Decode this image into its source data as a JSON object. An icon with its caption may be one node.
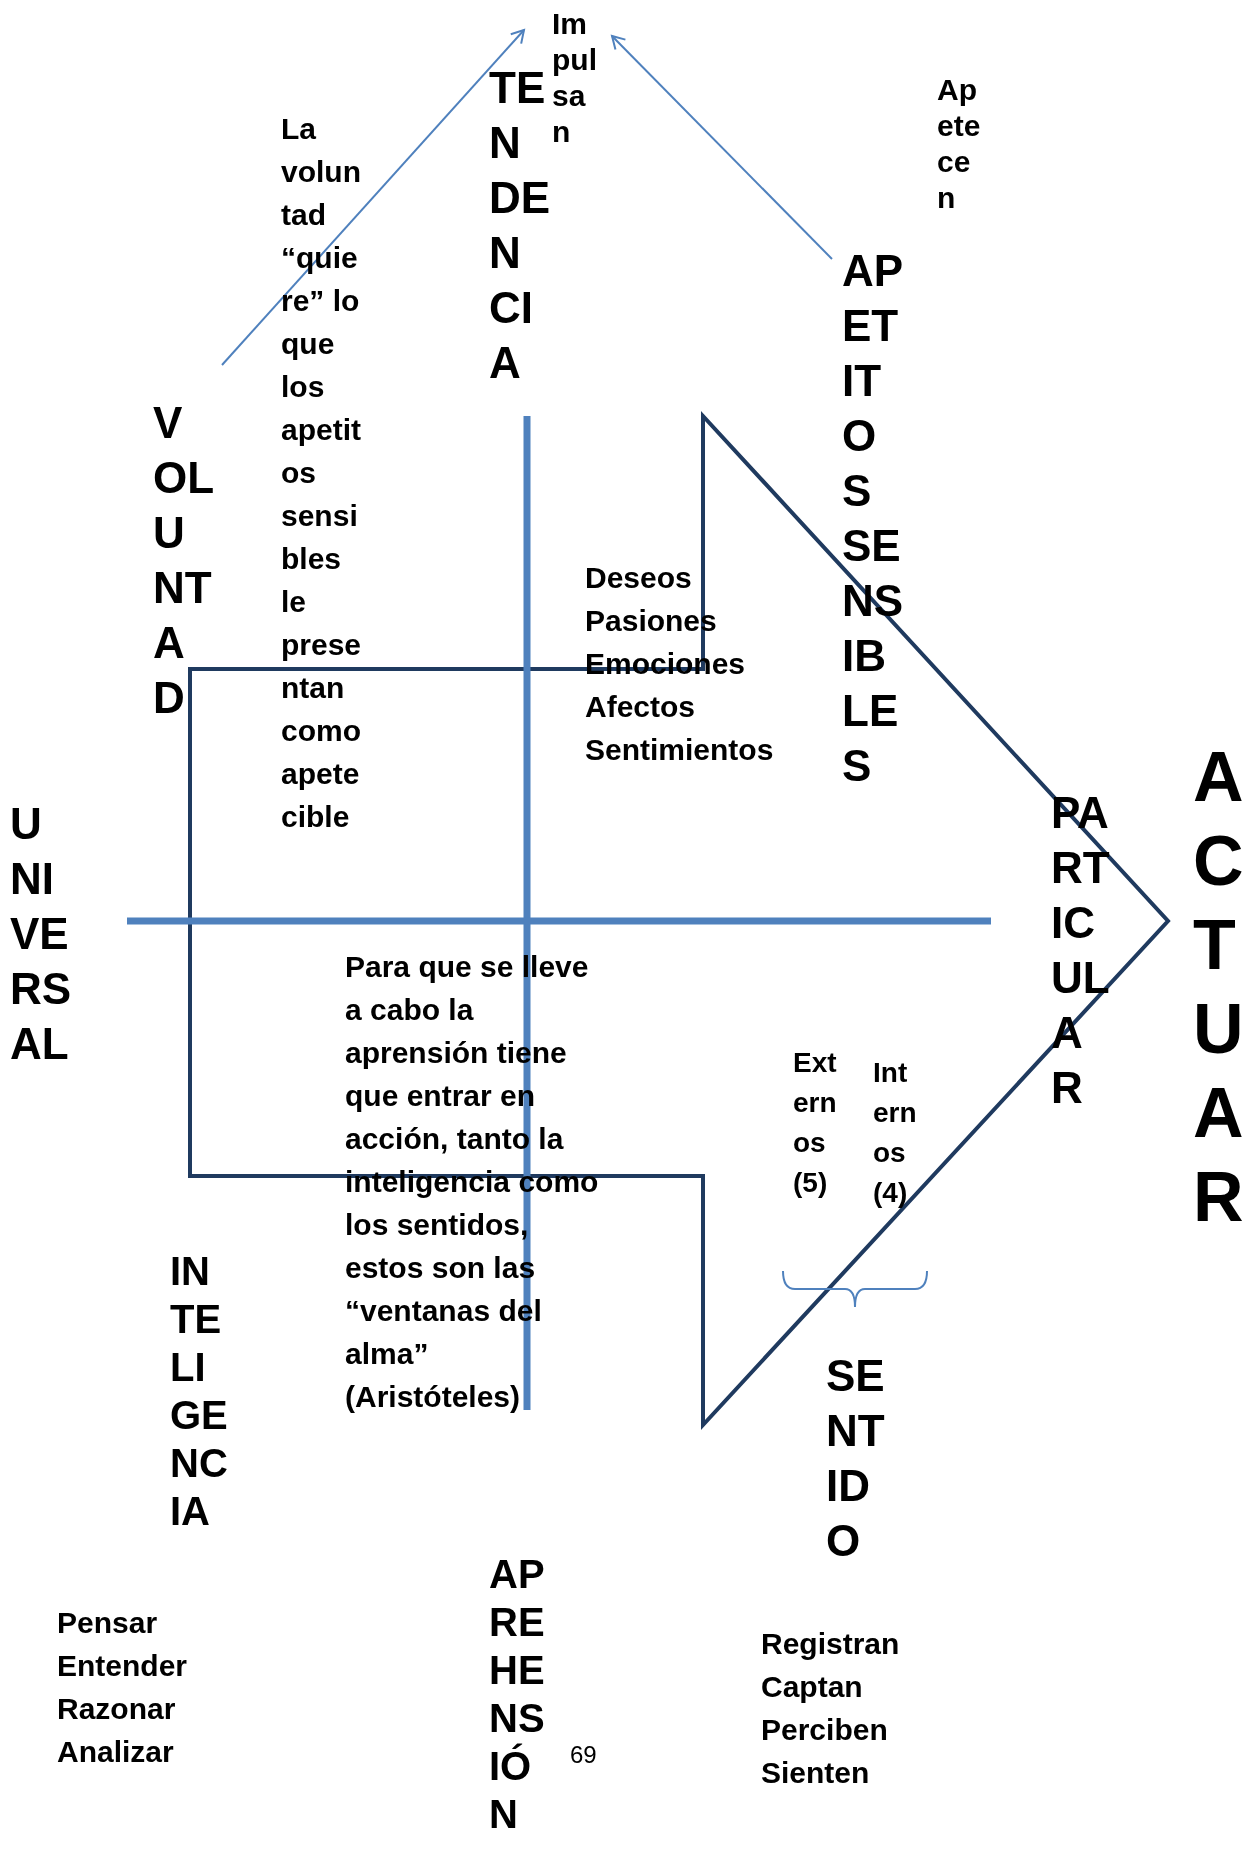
{
  "diagram": {
    "nodes": [
      {
        "text": [
          "TENDENCIA"
        ]
      },
      {
        "text": [
          "Impulsan"
        ]
      },
      {
        "text": [
          "VOLUNTAD"
        ]
      },
      {
        "text": [
          "APETITOS SENSIBLES"
        ]
      }
    ],
    "edges": [
      {
        "from": 2,
        "to": 0,
        "arrow": "to"
      },
      {
        "from": 3,
        "to": 1,
        "arrow": "to"
      }
    ],
    "labels": [
      "Apetecen",
      "La voluntad “quiere” lo que los apetitos sensibles le presentan como apetecible",
      "Deseos",
      "Pasiones",
      "Emociones",
      "Afectos",
      "Sentimientos",
      "UNIVERSAL",
      "Para que se lleve a cabo la aprensión tiene que entrar en acción, tanto la inteligencia como los sentidos, estos son las “ventanas del alma” (Aristóteles)",
      "Externos (5)",
      "Internos (4)",
      "PARTICULAR",
      "ACTUAR",
      "INTELIGENCIA",
      "SENTIDO",
      "APREHENSIÓN",
      "Pensar",
      "Entender",
      "Razonar",
      "Analizar",
      "69",
      "Registran",
      "Captan",
      "Perciben",
      "Sienten"
    ]
  }
}
